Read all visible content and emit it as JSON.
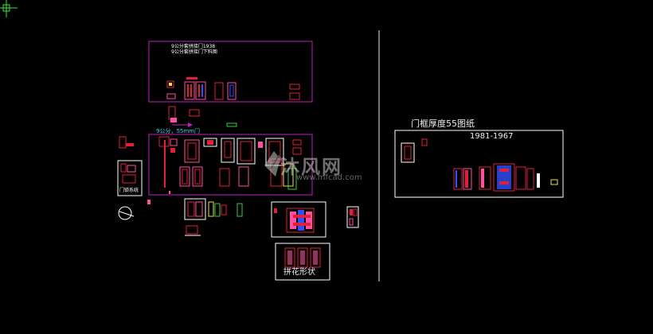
{
  "labels": {
    "title_line1": "9公分套拼接门1938",
    "title_line2": "9公分套拼接门下料图",
    "cyan_note": "9公分，55mm门",
    "left_box_label": "门锁系统",
    "pattern_label": "拼花形状",
    "right_title": "门框厚度55图纸",
    "right_years": "1981-1967"
  },
  "watermark": {
    "main": "沐风网",
    "sub": "www.mfcad.com"
  },
  "colors": {
    "background": "#000000",
    "frame_magenta": "#c020c0",
    "frame_white": "#ffffff",
    "divider": "#9a9a9a",
    "drawing_red": "#e0203a",
    "drawing_pink": "#ff4fa0",
    "drawing_blue": "#3050ff",
    "drawing_cyan": "#2fd3e8",
    "drawing_yellow": "#f0e040",
    "drawing_green": "#30d040",
    "crosshair_green": "#40e040"
  },
  "icons": {
    "ucs": "crosshair-icon",
    "logo": "watermark-logo-icon"
  }
}
